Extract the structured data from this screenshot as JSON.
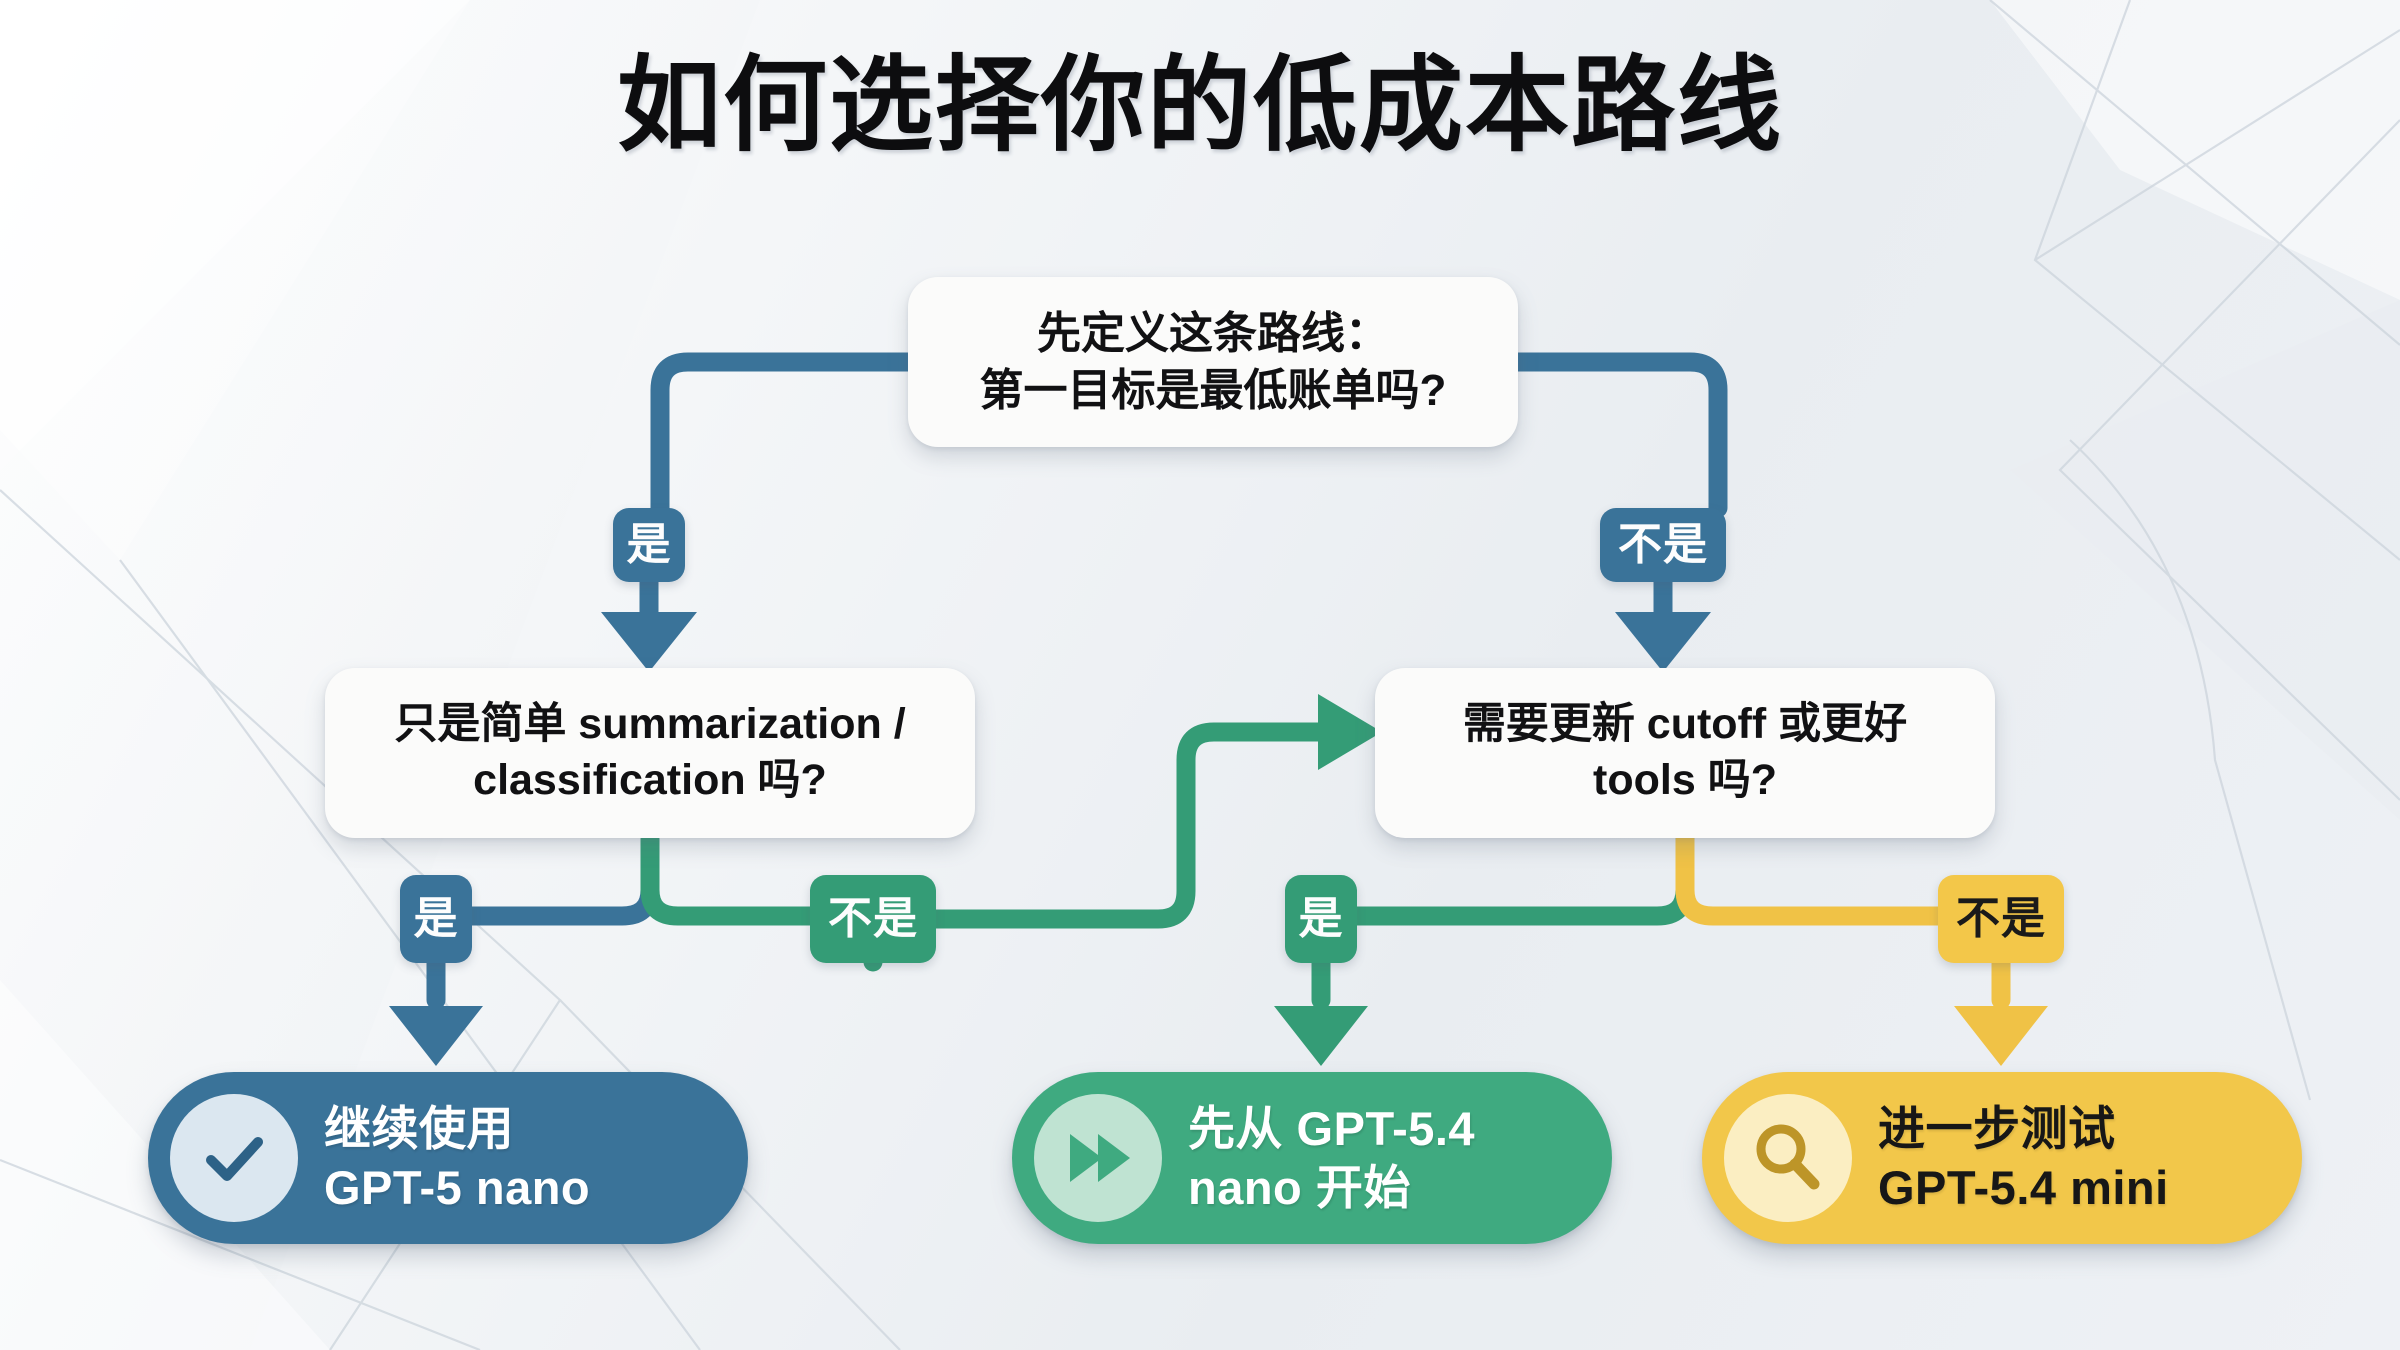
{
  "page": {
    "title": "如何选择你的低成本路线",
    "background_color": "#eef1f4"
  },
  "palette": {
    "blue": "#3a7399",
    "green": "#349c76",
    "green_pill": "#3faa80",
    "yellow": "#f2c74a",
    "box_bg": "#fbfbfa",
    "text_dark": "#111113"
  },
  "flow": {
    "root": {
      "line1": "先定义这条路线：",
      "line2": "第一目标是最低账单吗?"
    },
    "left_decision": {
      "line1": "只是简单 summarization /",
      "line2": "classification 吗?"
    },
    "right_decision": {
      "line1": "需要更新 cutoff 或更好",
      "line2": "tools 吗?"
    },
    "labels": {
      "root_yes": "是",
      "root_no": "不是",
      "left_yes": "是",
      "left_no": "不是",
      "right_yes": "是",
      "right_no": "不是"
    },
    "results": {
      "nano": {
        "line1": "继续使用",
        "line2": "GPT-5 nano",
        "icon": "check-icon",
        "color": "#3a7399"
      },
      "start_nano": {
        "line1": "先从 GPT-5.4",
        "line2": "nano 开始",
        "icon": "fast-forward-icon",
        "color": "#3faa80"
      },
      "test_mini": {
        "line1": "进一步测试",
        "line2": "GPT-5.4 mini",
        "icon": "magnifier-icon",
        "color": "#f2c74a"
      }
    }
  }
}
